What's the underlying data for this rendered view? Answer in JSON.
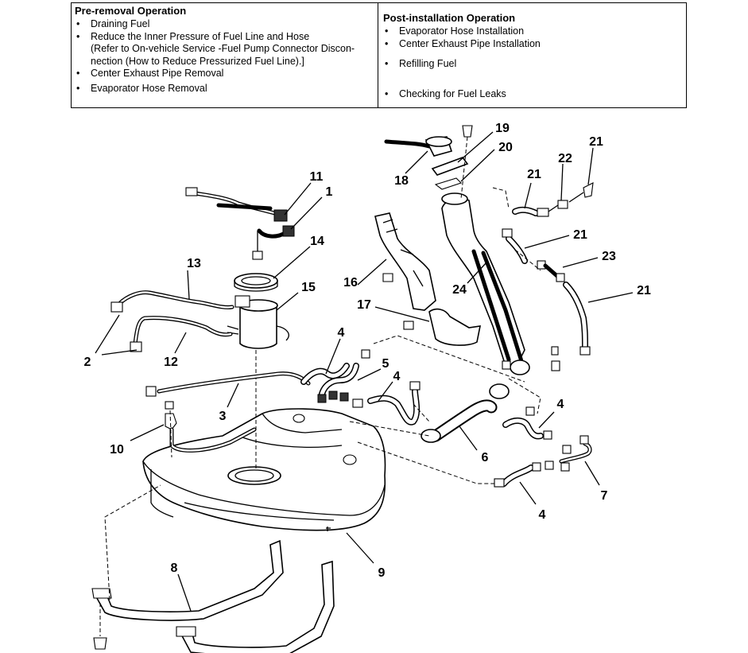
{
  "operations": {
    "pre_removal": {
      "title": "Pre-removal Operation",
      "items": [
        {
          "lines": [
            "Draining Fuel"
          ]
        },
        {
          "lines": [
            "Reduce the Inner Pressure of Fuel Line and Hose",
            "(Refer to On-vehicle Service -Fuel Pump Connector Discon-",
            "nection (How to Reduce Pressurized Fuel Line).]"
          ]
        },
        {
          "lines": [
            "Center Exhaust Pipe Removal"
          ]
        },
        {
          "lines": [
            "Evaporator Hose Removal"
          ]
        }
      ]
    },
    "post_installation": {
      "title": "Post-installation Operation",
      "items": [
        {
          "lines": [
            "Evaporator Hose Installation"
          ]
        },
        {
          "lines": [
            "Center Exhaust Pipe Installation"
          ]
        },
        {
          "lines": [
            "Refilling Fuel"
          ]
        },
        {
          "lines": [
            "Checking for Fuel Leaks"
          ]
        }
      ]
    },
    "bullet_glyph": "•"
  },
  "callouts": {
    "c1": "1",
    "c2": "2",
    "c3": "3",
    "c4a": "4",
    "c4b": "4",
    "c4c": "4",
    "c4d": "4",
    "c5": "5",
    "c6": "6",
    "c7": "7",
    "c8": "8",
    "c9": "9",
    "c10": "10",
    "c11": "11",
    "c12": "12",
    "c13": "13",
    "c14": "14",
    "c15": "15",
    "c16": "16",
    "c17": "17",
    "c18": "18",
    "c19": "19",
    "c20": "20",
    "c21a": "21",
    "c21b": "21",
    "c21c": "21",
    "c21d": "21",
    "c22": "22",
    "c23": "23",
    "c24": "24"
  }
}
